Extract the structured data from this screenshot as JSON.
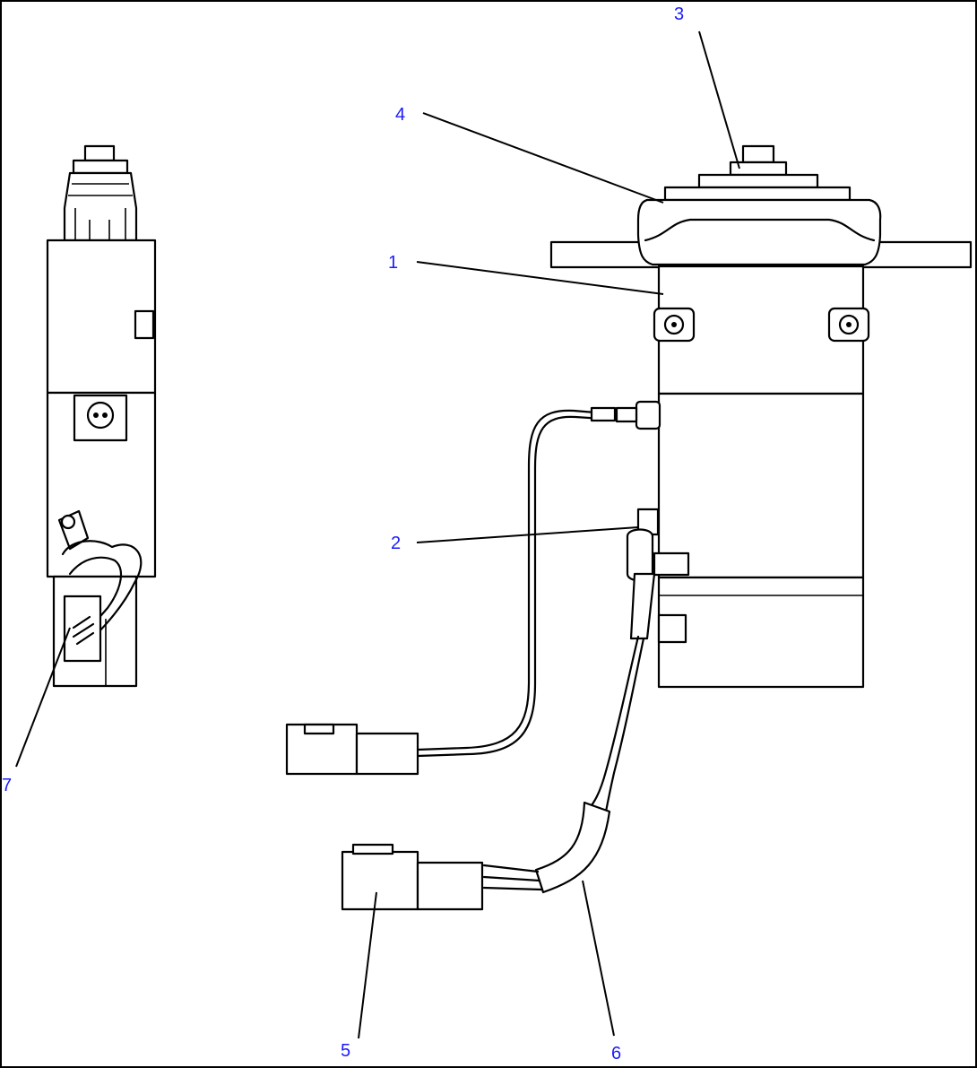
{
  "colors": {
    "line": "#000000",
    "callout_text": "#1a1aff",
    "background": "#ffffff"
  },
  "callouts": {
    "c1": "1",
    "c2": "2",
    "c3": "3",
    "c4": "4",
    "c5": "5",
    "c6": "6",
    "c7": "7"
  }
}
